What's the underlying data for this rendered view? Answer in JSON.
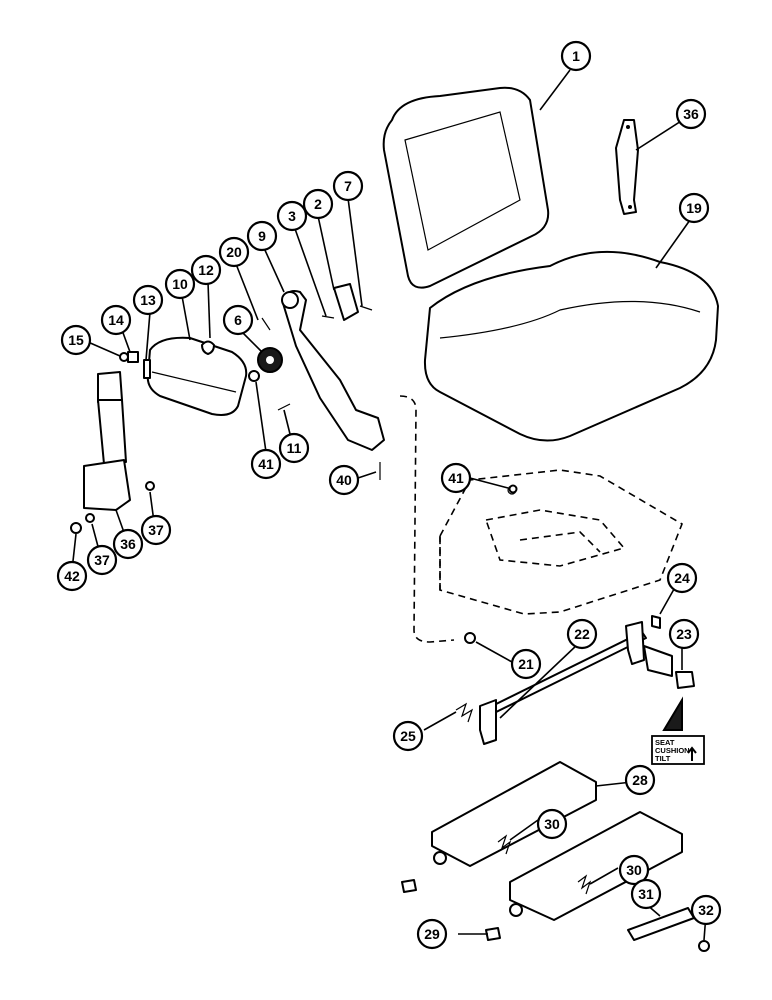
{
  "callouts": {
    "c1": "1",
    "c2": "2",
    "c3": "3",
    "c6": "6",
    "c7": "7",
    "c9": "9",
    "c10": "10",
    "c11": "11",
    "c12": "12",
    "c13": "13",
    "c14": "14",
    "c15": "15",
    "c19": "19",
    "c20": "20",
    "c21": "21",
    "c22": "22",
    "c23": "23",
    "c24": "24",
    "c25": "25",
    "c28": "28",
    "c29": "29",
    "c30a": "30",
    "c30b": "30",
    "c31": "31",
    "c32": "32",
    "c36a": "36",
    "c36b": "36",
    "c37a": "37",
    "c37b": "37",
    "c40": "40",
    "c41a": "41",
    "c41b": "41",
    "c42": "42"
  },
  "decal": {
    "line1": "SEAT",
    "line2": "CUSHION",
    "line3": "TILT"
  },
  "colors": {
    "ink": "#000000",
    "paper": "#ffffff",
    "upholstery": "#1a1a1a"
  }
}
